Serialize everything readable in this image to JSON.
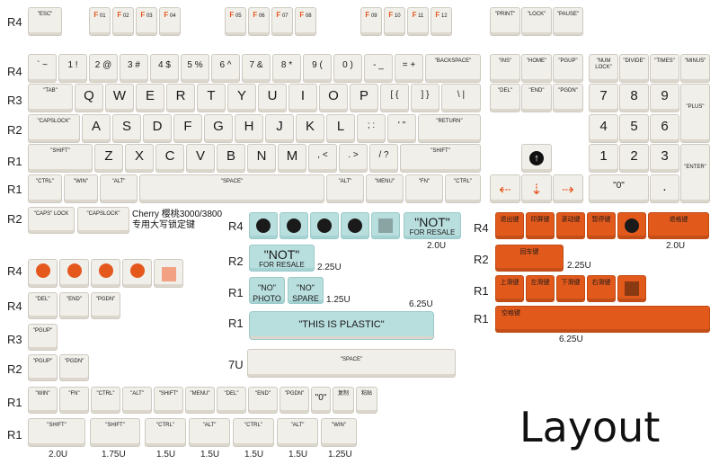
{
  "row_labels": {
    "fn": "R4",
    "num": "R4",
    "qwerty": "R3",
    "caps": "R2",
    "shift": "R1",
    "ctrl": "R1",
    "caps_extra": "R2",
    "teal_r4": "R4",
    "teal_r2": "R2",
    "teal_r1a": "R1",
    "teal_r1b": "R1",
    "or_r4": "R4",
    "or_r2": "R2",
    "or_r1a": "R1",
    "or_r1b": "R1",
    "left_r4a": "R4",
    "left_r4b": "R4",
    "left_r3": "R3",
    "left_r2": "R2",
    "left_r1a": "R1",
    "left_r1b": "R1",
    "space7u": "7U"
  },
  "fn_row": {
    "esc": "\"ESC\"",
    "f_keys": [
      "01",
      "02",
      "03",
      "04",
      "05",
      "06",
      "07",
      "08",
      "09",
      "10",
      "11",
      "12"
    ],
    "f_letter": "F",
    "print": "\"PRINT\"",
    "lock": "\"LOCK\"",
    "pause": "\"PAUSE\""
  },
  "num_row": [
    "` ~",
    "1 !",
    "2 @",
    "3 #",
    "4 $",
    "5 %",
    "6 ^",
    "7 &",
    "8 *",
    "9 (",
    "0 )",
    "- _",
    "= +",
    "\"BACKSPACE\""
  ],
  "nav_top": [
    "\"INS\"",
    "\"HOME\"",
    "\"PGUP\""
  ],
  "nav_mid": [
    "\"DEL\"",
    "\"END\"",
    "\"PGDN\""
  ],
  "numpad_top": [
    "\"NUM LOCK\"",
    "\"DIVIDE\"",
    "\"TIMES\"",
    "\"MINUS\""
  ],
  "qwerty_row": [
    "\"TAB\"",
    "Q",
    "W",
    "E",
    "R",
    "T",
    "Y",
    "U",
    "I",
    "O",
    "P",
    "[ {",
    "] }",
    "\\ |"
  ],
  "home_row": [
    "\"CAPSLOCK\"",
    "A",
    "S",
    "D",
    "F",
    "G",
    "H",
    "J",
    "K",
    "L",
    "; :",
    "' \"",
    "\"RETURN\""
  ],
  "shift_row": [
    "\"SHIFT\"",
    "Z",
    "X",
    "C",
    "V",
    "B",
    "N",
    "M",
    ", <",
    ". >",
    "/ ?",
    "\"SHIFT\""
  ],
  "bottom_row": [
    "\"CTRL\"",
    "\"WIN\"",
    "\"ALT\"",
    "\"SPACE\"",
    "\"ALT\"",
    "\"MENU\"",
    "\"FN\"",
    "\"CTRL\""
  ],
  "numpad": {
    "r3": [
      "7",
      "8",
      "9"
    ],
    "r2": [
      "4",
      "5",
      "6"
    ],
    "r1": [
      "1",
      "2",
      "3"
    ],
    "plus": "\"PLUS\"",
    "enter": "\"ENTER\"",
    "zero": "\"0\"",
    "dot": "."
  },
  "caps_extra": {
    "caps_lock": "\"CAPS\" LOCK",
    "capslock": "\"CAPSLOCK\"",
    "note_line1": "Cherry 樱桃3000/3800",
    "note_line2": "专用大写锁定键"
  },
  "teal": {
    "not_resale_2u": "\"NOT\"",
    "not_resale_sub": "FOR RESALE",
    "size_2u": "2.0U",
    "size_225u": "2.25U",
    "no_photo": "\"NO\" PHOTO",
    "no_spare": "\"NO\" SPARE",
    "size_125u": "1.25U",
    "size_625u": "6.25U",
    "plastic": "\"THIS IS PLASTIC\""
  },
  "orange": {
    "r4_labels": [
      "退出键",
      "印屏键",
      "滚动键",
      "暂停键"
    ],
    "r4_2u": "退格键",
    "size_2u": "2.0U",
    "r2_label": "回车键",
    "size_225u": "2.25U",
    "r1_labels": [
      "上滑键",
      "左滑键",
      "下滑键",
      "右滑键"
    ],
    "space_label": "空格键",
    "size_625u": "6.25U"
  },
  "left_group": {
    "r4b": [
      "\"DEL\"",
      "\"END\"",
      "\"PGDN\""
    ],
    "r3": [
      "\"PGUP\""
    ],
    "r2": [
      "\"PGUP\"",
      "\"PGDN\""
    ],
    "r1a": [
      "\"WIN\"",
      "\"FN\"",
      "\"CTRL\"",
      "\"ALT\"",
      "\"SHIFT\"",
      "\"MENU\"",
      "\"DEL\"",
      "\"END\"",
      "\"PGDN\"",
      "\"0\"",
      "复制",
      "粘贴"
    ],
    "r1b": [
      "\"SHIFT\"",
      "\"SHIFT\"",
      "\"CTRL\"",
      "\"ALT\"",
      "\"CTRL\"",
      "\"ALT\"",
      "\"WIN\""
    ],
    "sizes": [
      "2.0U",
      "1.75U",
      "1.5U",
      "1.5U",
      "1.5U",
      "1.5U",
      "1.25U"
    ]
  },
  "space7u": "\"SPACE\"",
  "title": "Layout",
  "colors": {
    "teal": "#b9dede",
    "orange": "#e2591c",
    "key": "#f1efea",
    "legend_orange": "#e4581e"
  }
}
